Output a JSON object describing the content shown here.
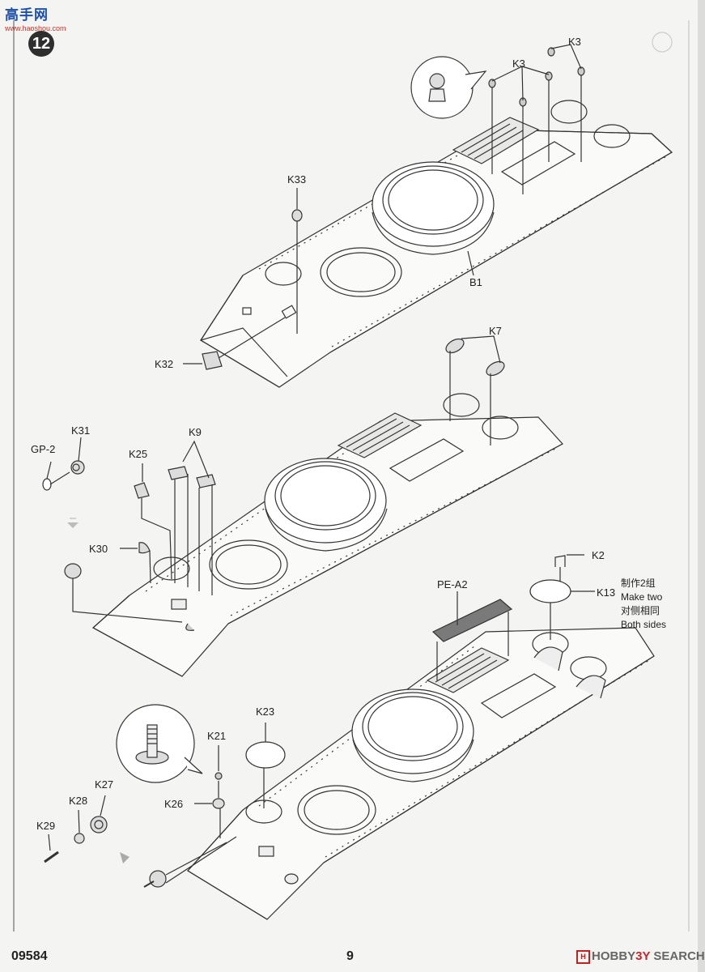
{
  "watermark": {
    "title": "高手网",
    "url": "www.haoshou.com"
  },
  "step_number": "12",
  "labels": {
    "k3_a": "K3",
    "k3_b": "K3",
    "k33": "K33",
    "b1": "B1",
    "k32": "K32",
    "k7": "K7",
    "k31": "K31",
    "gp2": "GP-2",
    "k25": "K25",
    "k9": "K9",
    "k30": "K30",
    "k2": "K2",
    "k13": "K13",
    "pea2": "PE-A2",
    "k23": "K23",
    "k21": "K21",
    "k26": "K26",
    "k27": "K27",
    "k28": "K28",
    "k29": "K29"
  },
  "note": {
    "line1": "制作2组",
    "line2": "Make two",
    "line3": "对侧相同",
    "line4": "Both sides"
  },
  "footer": {
    "code": "09584",
    "page": "9",
    "brand_hobby": "HOBBY",
    "brand_search": "SEARCH",
    "brand_mark": "H",
    "brand_mid": "3Y"
  }
}
